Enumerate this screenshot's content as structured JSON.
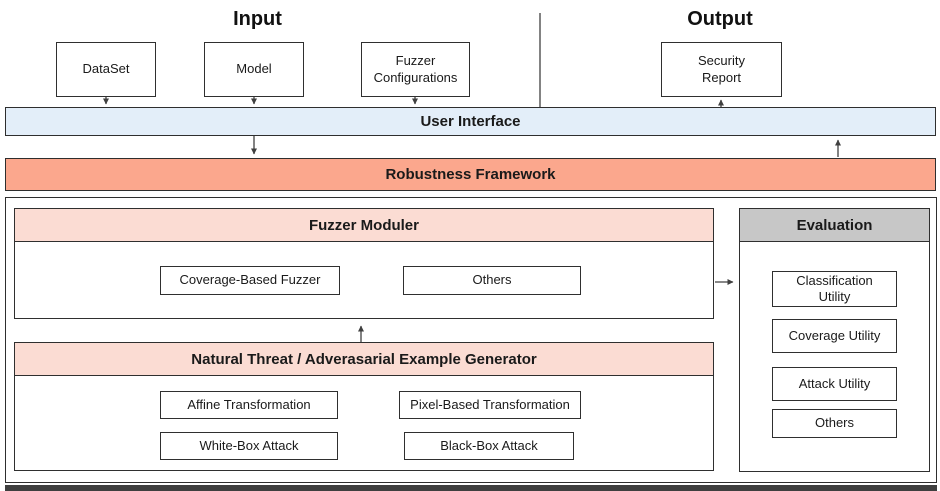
{
  "diagram": {
    "input_section_label": "Input",
    "output_section_label": "Output",
    "input_boxes": {
      "dataset": "DataSet",
      "model": "Model",
      "fuzzer_config": "Fuzzer Configurations"
    },
    "output_boxes": {
      "security_report": "Security Report"
    },
    "user_interface_label": "User Interface",
    "robustness_framework_label": "Robustness Framework",
    "fuzzer_moduler": {
      "title": "Fuzzer Moduler",
      "coverage_based_fuzzer": "Coverage-Based Fuzzer",
      "others": "Others"
    },
    "generator": {
      "title": "Natural Threat / Adverasarial Example Generator",
      "affine": "Affine Transformation",
      "pixel": "Pixel-Based Transformation",
      "white_box": "White-Box Attack",
      "black_box": "Black-Box Attack"
    },
    "evaluation": {
      "title": "Evaluation",
      "classification": "Classification Utility",
      "coverage": "Coverage Utility",
      "attack": "Attack Utility",
      "others": "Others"
    }
  },
  "colors": {
    "user_interface_fill": "#E3EEF9",
    "framework_fill": "#FBA78D",
    "module_header_fill": "#FBDCD3",
    "evaluation_header_fill": "#C7C7C7",
    "arrow": "#404040",
    "bottom_bar_fill": "#3F3F3F"
  }
}
